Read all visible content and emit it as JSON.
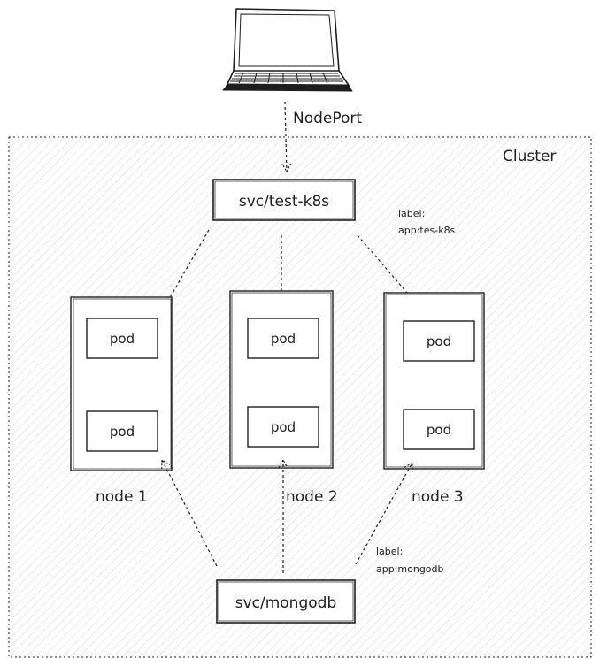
{
  "cluster": {
    "label": "Cluster"
  },
  "client": {
    "icon": "laptop-icon",
    "connection_label": "NodePort"
  },
  "services": {
    "test": {
      "name": "svc/test-k8s",
      "label_title": "label:",
      "label_value": "app:tes-k8s"
    },
    "mongo": {
      "name": "svc/mongodb",
      "label_title": "label:",
      "label_value": "app:mongodb"
    }
  },
  "nodes": [
    {
      "name": "node 1",
      "pods": [
        "pod",
        "pod"
      ]
    },
    {
      "name": "node 2",
      "pods": [
        "pod",
        "pod"
      ]
    },
    {
      "name": "node 3",
      "pods": [
        "pod",
        "pod"
      ]
    }
  ],
  "colors": {
    "stroke": "#1e1e1e",
    "hatch": "#d2d2d2",
    "background": "#ffffff"
  }
}
